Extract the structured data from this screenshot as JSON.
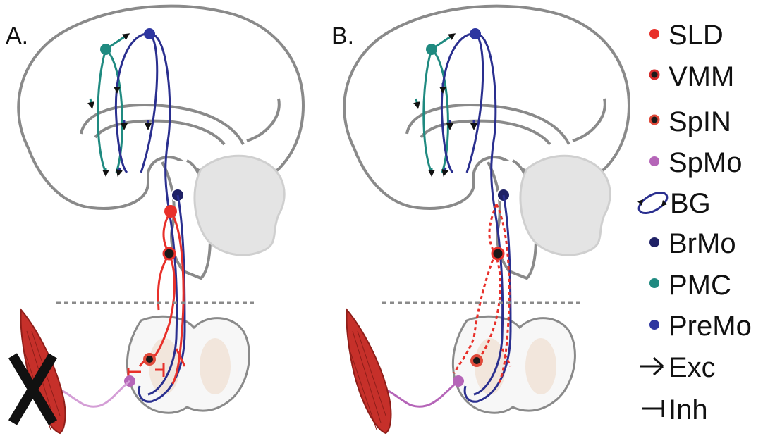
{
  "panels": [
    {
      "label": "A."
    },
    {
      "label": "B."
    }
  ],
  "legend": [
    {
      "key": "sld",
      "label": "SLD",
      "icon": "red-dot-icon",
      "color": "#e8302a"
    },
    {
      "key": "vmm",
      "label": "VMM",
      "icon": "red-ringed-dark-dot-icon",
      "color": "#d42a2a"
    },
    {
      "key": "spin",
      "label": "SpIN",
      "icon": "ringed-dot-icon",
      "color": "#e04a3a"
    },
    {
      "key": "spmo",
      "label": "SpMo",
      "icon": "magenta-dot-icon",
      "color": "#b565b8"
    },
    {
      "key": "bg",
      "label": "BG",
      "icon": "loop-arrows-icon",
      "color": "#2a2f8f"
    },
    {
      "key": "brmo",
      "label": "BrMo",
      "icon": "navy-dot-icon",
      "color": "#1f2166"
    },
    {
      "key": "pmc",
      "label": "PMC",
      "icon": "teal-dot-icon",
      "color": "#1f8a80"
    },
    {
      "key": "premo",
      "label": "PreMo",
      "icon": "blue-dot-icon",
      "color": "#2e36a0"
    },
    {
      "key": "exc",
      "label": "Exc",
      "icon": "excitatory-synapse-icon",
      "color": "#111111"
    },
    {
      "key": "inh",
      "label": "Inh",
      "icon": "inhibitory-synapse-icon",
      "color": "#111111"
    }
  ],
  "colors": {
    "outline": "#8a8a8a",
    "cerebellum": "#e4e4e4",
    "navy_path": "#2a2f8f",
    "teal_path": "#1f8a80",
    "red_path": "#e8302a",
    "muscle": "#c6302a",
    "motor_axon": "#b565b8",
    "cord_gray": "#f2e6dc"
  }
}
